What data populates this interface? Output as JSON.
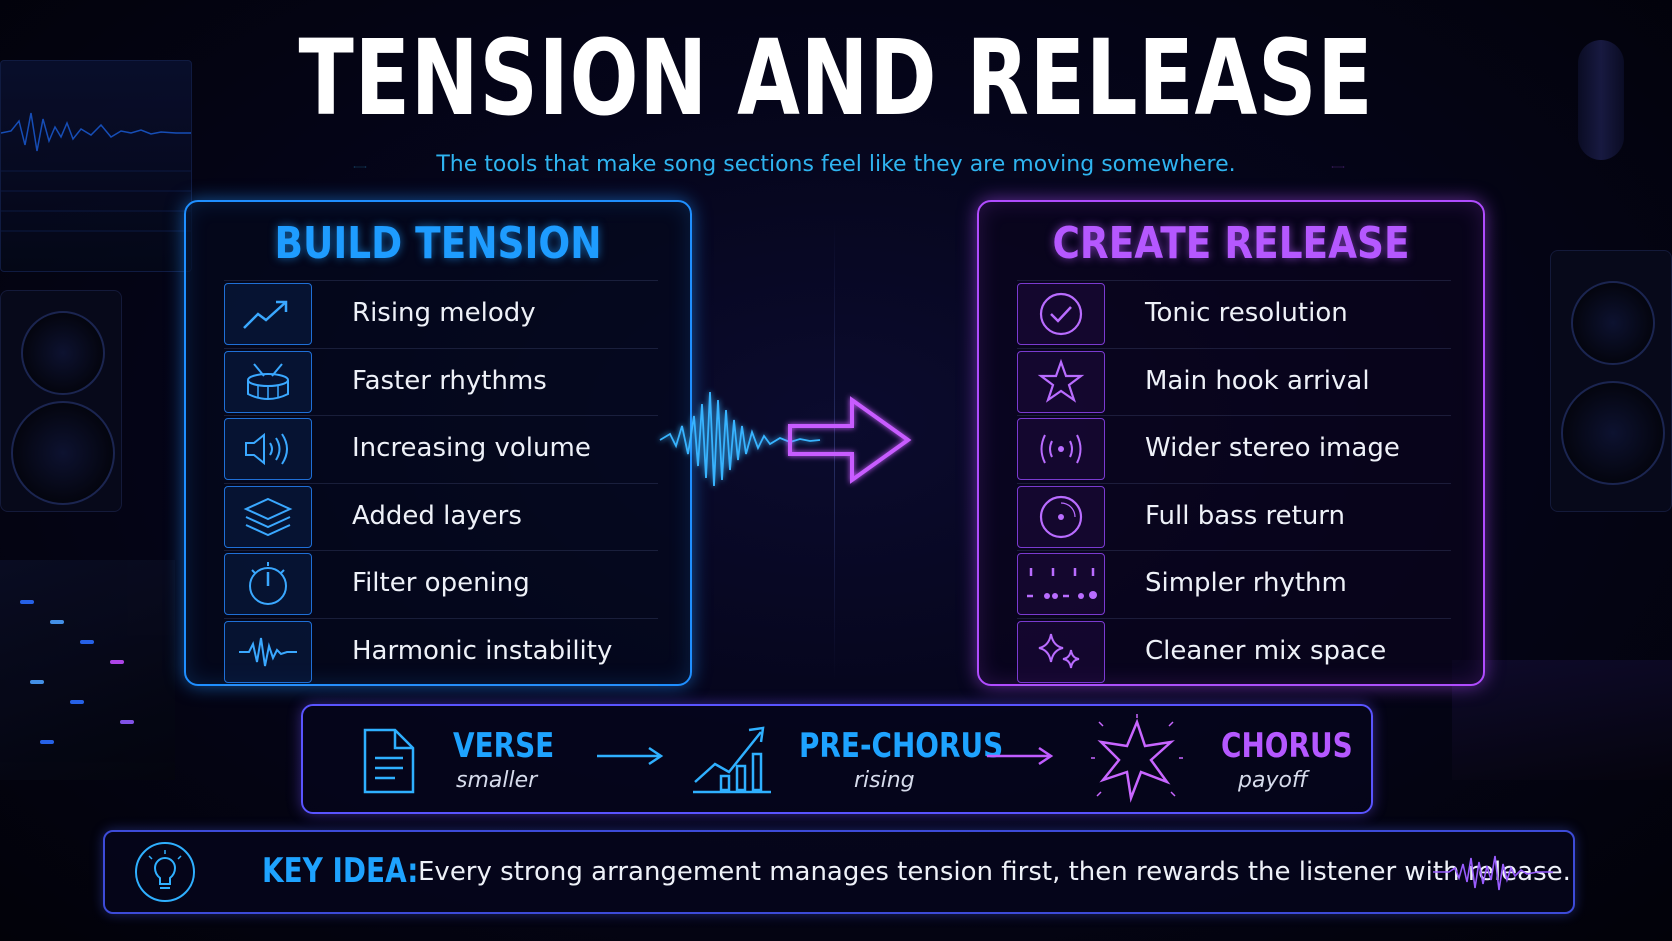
{
  "title": "TENSION AND RELEASE",
  "subtitle": "The tools that make song sections feel like they are moving somewhere.",
  "build": {
    "heading": "BUILD TENSION",
    "items": [
      {
        "label": "Rising melody",
        "icon": "rising-line-chart-icon"
      },
      {
        "label": "Faster rhythms",
        "icon": "drum-icon"
      },
      {
        "label": "Increasing volume",
        "icon": "speaker-volume-icon"
      },
      {
        "label": "Added layers",
        "icon": "layers-icon"
      },
      {
        "label": "Filter opening",
        "icon": "dial-knob-icon"
      },
      {
        "label": "Harmonic instability",
        "icon": "waveform-icon"
      }
    ]
  },
  "release": {
    "heading": "CREATE RELEASE",
    "items": [
      {
        "label": "Tonic resolution",
        "icon": "check-circle-icon"
      },
      {
        "label": "Main hook arrival",
        "icon": "star-icon"
      },
      {
        "label": "Wider stereo image",
        "icon": "stereo-waves-icon"
      },
      {
        "label": "Full bass return",
        "icon": "vinyl-disc-icon"
      },
      {
        "label": "Simpler rhythm",
        "icon": "rhythm-dots-icon"
      },
      {
        "label": "Cleaner mix space",
        "icon": "sparkles-icon"
      }
    ]
  },
  "progression": [
    {
      "title": "VERSE",
      "sub": "smaller",
      "icon": "document-icon",
      "color": "#1ea3ff"
    },
    {
      "title": "PRE-CHORUS",
      "sub": "rising",
      "icon": "rising-bars-icon",
      "color": "#1ea3ff"
    },
    {
      "title": "CHORUS",
      "sub": "payoff",
      "icon": "burst-star-icon",
      "color": "#b558ff"
    }
  ],
  "key_idea": {
    "label": "KEY IDEA:",
    "text": "Every strong arrangement manages tension first, then rewards the listener with release.",
    "icon": "lightbulb-icon"
  },
  "colors": {
    "blue": "#1f8fff",
    "purple": "#b04cff",
    "cyan": "#2fb4f0"
  }
}
